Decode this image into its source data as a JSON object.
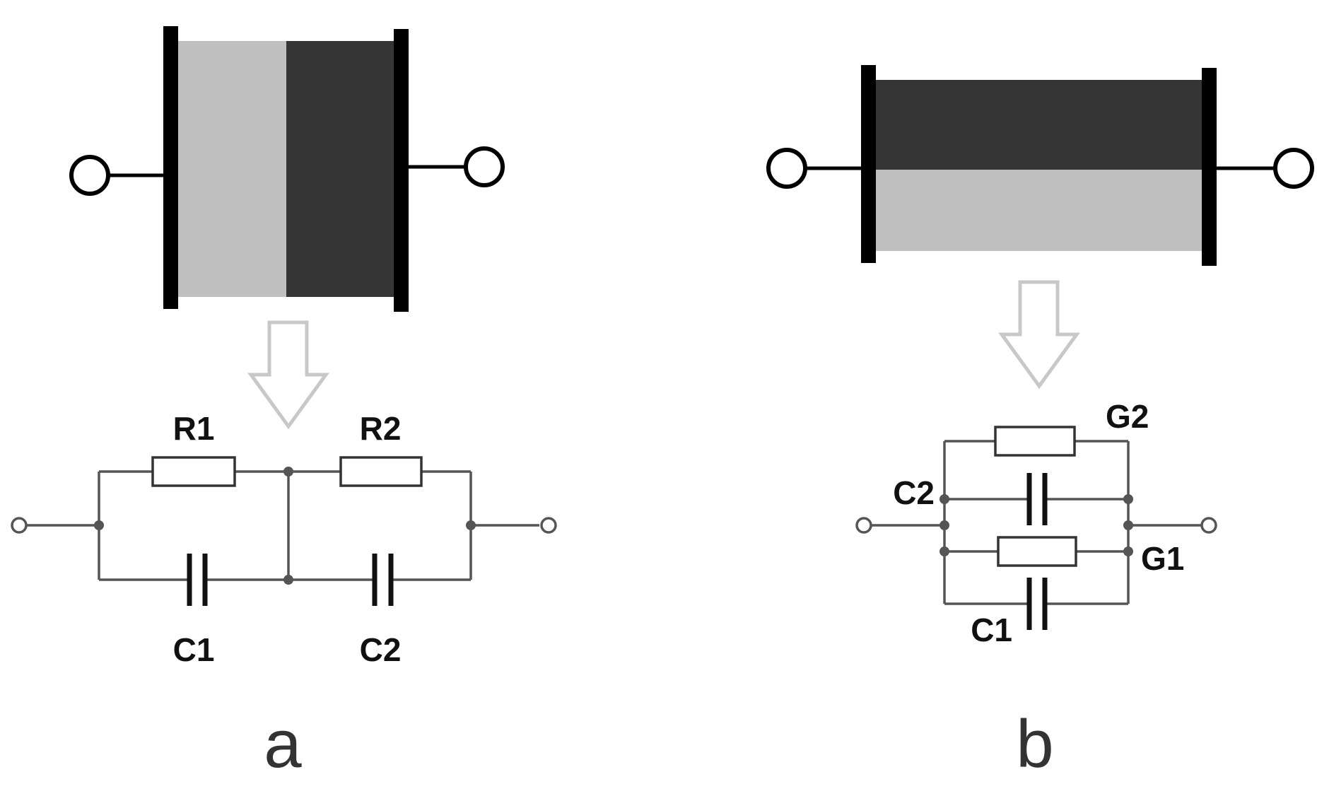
{
  "colors": {
    "dark_layer": "#353535",
    "light_layer": "#c0c0c0",
    "electrode": "#000000",
    "wire": "#555555",
    "arrow_outline": "#c8c8c8"
  },
  "panel_a": {
    "label": "a",
    "layers": "series",
    "circuit": {
      "r1": "R1",
      "r2": "R2",
      "c1": "C1",
      "c2": "C2"
    }
  },
  "panel_b": {
    "label": "b",
    "layers": "parallel",
    "circuit": {
      "g2": "G2",
      "c2": "C2",
      "g1": "G1",
      "c1": "C1"
    }
  }
}
